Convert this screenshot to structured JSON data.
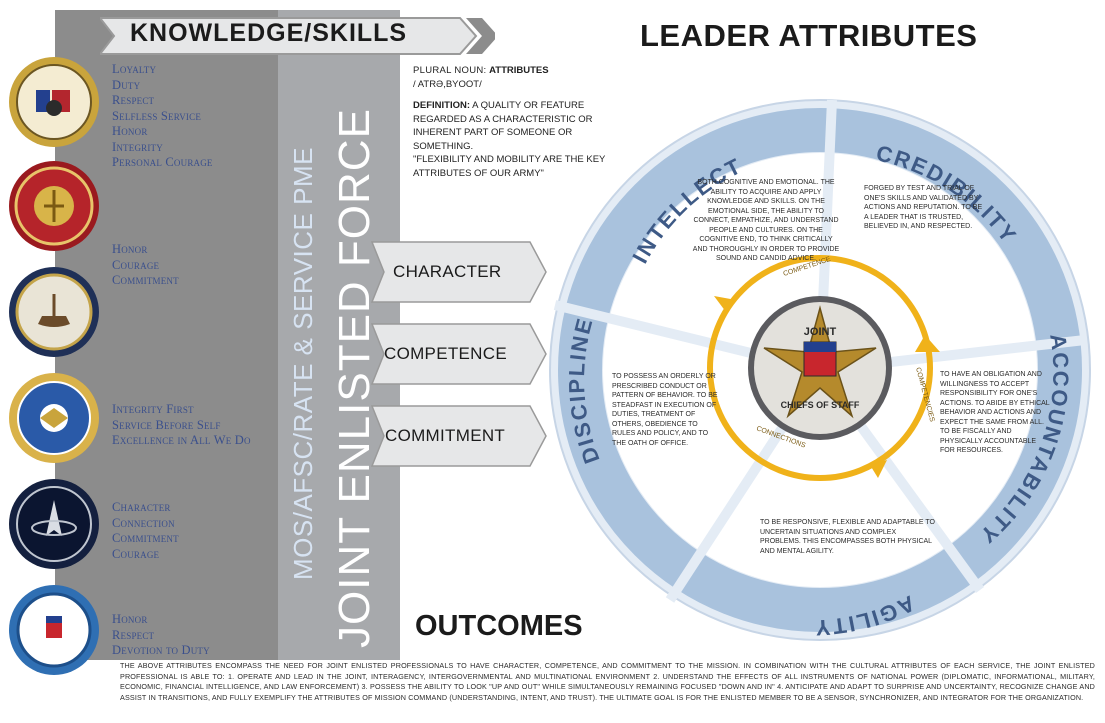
{
  "knowledge_skills": {
    "title": "KNOWLEDGE/SKILLS",
    "vertical_small": "MOS/AFSC/RATE & SERVICE PME",
    "vertical_large": "JOINT ENLISTED FORCE"
  },
  "services": [
    {
      "seal": "Department of the Army",
      "values": [
        "Loyalty",
        "Duty",
        "Respect",
        "Selfless Service",
        "Honor",
        "Integrity",
        "Personal Courage"
      ]
    },
    {
      "seal": "Department of the Navy - Marine Corps",
      "values": [
        "Honor",
        "Courage",
        "Commitment"
      ]
    },
    {
      "seal": "Department of the Navy",
      "values": []
    },
    {
      "seal": "Department of the Air Force",
      "values": [
        "Integrity First",
        "Service Before Self",
        "Excellence in All We Do"
      ]
    },
    {
      "seal": "United States Space Force",
      "values": [
        "Character",
        "Connection",
        "Commitment",
        "Courage"
      ]
    },
    {
      "seal": "United States Coast Guard",
      "values": [
        "Honor",
        "Respect",
        "Devotion to Duty"
      ]
    }
  ],
  "leader_attributes": {
    "title": "LEADER ATTRIBUTES",
    "plural_noun_label": "PLURAL NOUN:",
    "plural_noun_word": "ATTRIBUTES",
    "pronunciation": "/ ATRƏ,BYOOT/",
    "definition_label": "DEFINITION:",
    "definition_text": "A QUALITY OR FEATURE REGARDED AS A CHARACTERISTIC OR INHERENT PART OF SOMEONE OR SOMETHING.",
    "example": "\"FLEXIBILITY AND MOBILITY ARE THE KEY ATTRIBUTES OF OUR ARMY\""
  },
  "chevrons": [
    "CHARACTER",
    "COMPETENCE",
    "COMMITMENT"
  ],
  "wheel": {
    "segments": [
      {
        "label": "INTELLECT",
        "description": "BOTH COGNITIVE AND EMOTIONAL. THE ABILITY TO ACQUIRE AND APPLY KNOWLEDGE AND SKILLS. ON THE EMOTIONAL SIDE, THE ABILITY TO CONNECT, EMPATHIZE, AND UNDERSTAND PEOPLE AND CULTURES. ON THE COGNITIVE END, TO THINK CRITICALLY AND THOROUGHLY IN ORDER TO PROVIDE SOUND AND CANDID ADVICE."
      },
      {
        "label": "CREDIBILITY",
        "description": "FORGED BY TEST AND TRIAL OF ONE'S SKILLS AND VALIDATED BY ACTIONS AND REPUTATION. TO BE A LEADER THAT IS TRUSTED, BELIEVED IN, AND RESPECTED."
      },
      {
        "label": "ACCOUNTABILITY",
        "description": "TO HAVE AN OBLIGATION AND WILLINGNESS TO ACCEPT RESPONSIBILITY FOR ONE'S ACTIONS. TO ABIDE BY ETHICAL BEHAVIOR AND ACTIONS AND EXPECT THE SAME FROM ALL. TO BE FISCALLY AND PHYSICALLY ACCOUNTABLE FOR RESOURCES."
      },
      {
        "label": "AGILITY",
        "description": "TO BE RESPONSIVE, FLEXIBLE AND ADAPTABLE TO UNCERTAIN SITUATIONS AND COMPLEX PROBLEMS. THIS ENCOMPASSES BOTH PHYSICAL AND MENTAL AGILITY."
      },
      {
        "label": "DISCIPLINE",
        "description": "TO POSSESS AN ORDERLY OR PRESCRIBED CONDUCT OR PATTERN OF BEHAVIOR. TO BE STEADFAST IN EXECUTION OF DUTIES, TREATMENT OF OTHERS, OBEDIENCE TO RULES AND POLICY, AND TO THE OATH OF OFFICE."
      }
    ],
    "inner_ring": [
      "COMPETENCE",
      "COMPETENCIES",
      "CONNECTIONS"
    ],
    "center_seal": {
      "top": "JOINT",
      "bottom": "CHIEFS OF STAFF"
    }
  },
  "outcomes": {
    "title": "OUTCOMES",
    "text": "The above attributes encompass the need for Joint Enlisted Professionals to have character, competence, and commitment to the mission. In combination with the cultural attributes of each service, the Joint Enlisted Professional is able to: 1. operate and lead in the joint, interagency, intergovernmental and multinational environment 2. understand the effects of all instruments of national power (diplomatic, informational, military, economic, financial intelligence, and law enforcement) 3. possess the ability to look \"up and out\" while simultaneously remaining focused \"down and in\" 4. anticipate and adapt to surprise and uncertainty, recognize change and assist in transitions, and fully exemplify the attributes of mission command (understanding, intent, and trust). The ultimate goal is for the enlisted member to be a sensor, synchronizer, and integrator for the organization."
  },
  "colors": {
    "accent_blue": "#9bb9d6",
    "ring_gold": "#f0b21a",
    "values_text": "#3a4f8c",
    "grey_band": "#8c8c8c"
  }
}
